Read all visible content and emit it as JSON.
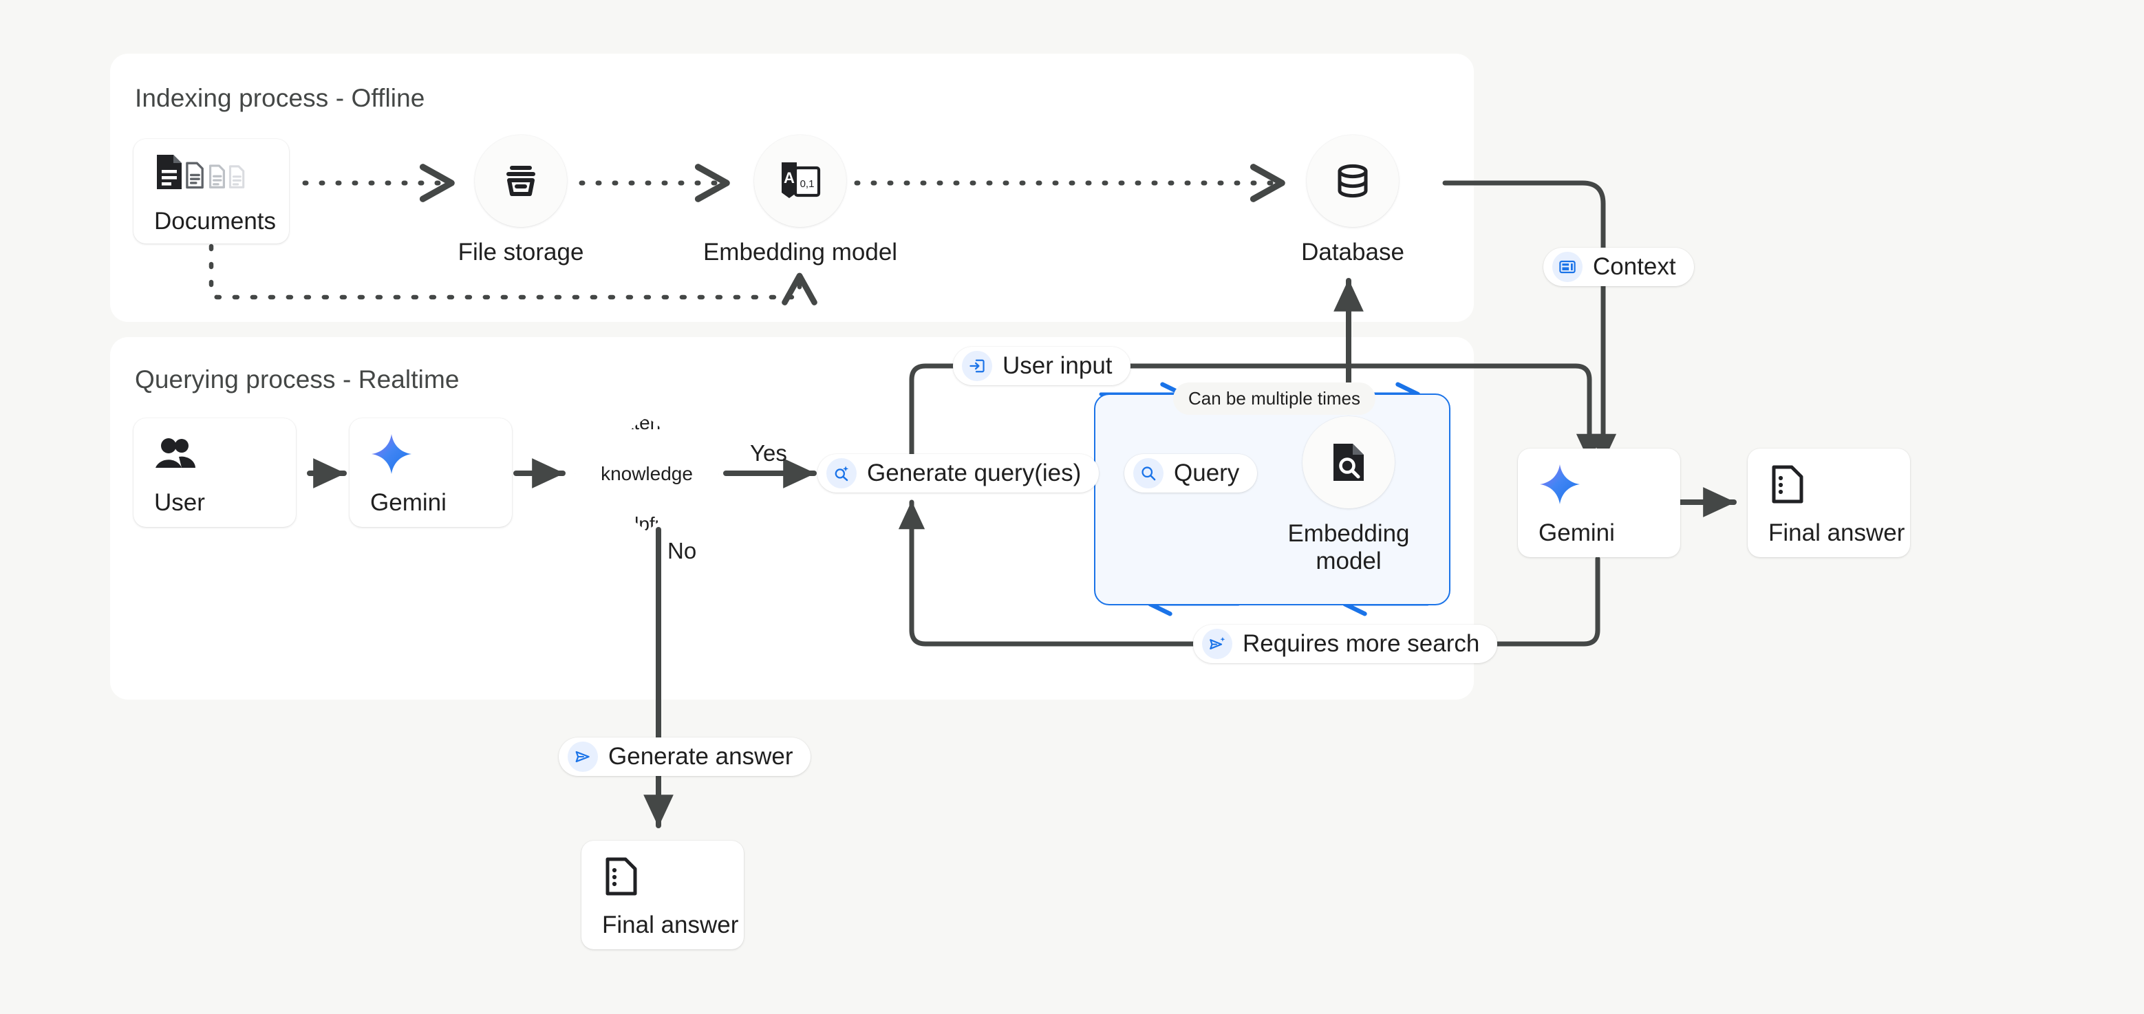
{
  "background_color": "#f7f7f5",
  "accent_blue": "#1a73e8",
  "panels": [
    {
      "id": "indexing",
      "title": "Indexing process - Offline"
    },
    {
      "id": "querying",
      "title": "Querying process - Realtime"
    }
  ],
  "indexing": {
    "title": "Indexing process - Offline",
    "nodes": [
      {
        "id": "documents",
        "label": "Documents",
        "icon": "documents-icon",
        "shape": "card"
      },
      {
        "id": "file-storage",
        "label": "File storage",
        "icon": "file-storage-icon",
        "shape": "circle"
      },
      {
        "id": "embedding-model",
        "label": "Embedding model",
        "icon": "text-to-vector-icon",
        "shape": "circle"
      },
      {
        "id": "database",
        "label": "Database",
        "icon": "database-icon",
        "shape": "circle"
      }
    ]
  },
  "querying": {
    "title": "Querying process - Realtime",
    "nodes": [
      {
        "id": "user",
        "label": "User",
        "icon": "people-icon",
        "shape": "card"
      },
      {
        "id": "gemini-left",
        "label": "Gemini",
        "icon": "gemini-spark-icon",
        "shape": "card"
      },
      {
        "id": "decision",
        "label": "External knowledge helpful?",
        "shape": "diamond",
        "lines": [
          "External",
          "knowledge",
          "helpful?"
        ]
      },
      {
        "id": "embedding-model-q",
        "label": "Embedding model",
        "icon": "doc-search-icon",
        "shape": "circle",
        "lines": [
          "Embedding",
          "model"
        ]
      },
      {
        "id": "gemini-right",
        "label": "Gemini",
        "icon": "gemini-spark-icon",
        "shape": "card"
      },
      {
        "id": "final-answer-right",
        "label": "Final answer",
        "icon": "final-answer-icon",
        "shape": "card"
      },
      {
        "id": "final-answer-bottom",
        "label": "Final answer",
        "icon": "final-answer-icon",
        "shape": "card"
      }
    ],
    "loop_box": {
      "id": "retrieval-loop",
      "caption": "Can be multiple times"
    }
  },
  "pills": [
    {
      "id": "context",
      "label": "Context",
      "icon": "context-panel-icon"
    },
    {
      "id": "user-input",
      "label": "User input",
      "icon": "input-arrow-icon"
    },
    {
      "id": "generate-queries",
      "label": "Generate query(ies)",
      "icon": "search-sparkle-icon"
    },
    {
      "id": "query",
      "label": "Query",
      "icon": "search-icon"
    },
    {
      "id": "requires-more-search",
      "label": "Requires more search",
      "icon": "send-sparkle-icon"
    },
    {
      "id": "generate-answer",
      "label": "Generate answer",
      "icon": "send-icon"
    }
  ],
  "edge_labels": [
    {
      "id": "yes-label",
      "label": "Yes"
    },
    {
      "id": "no-label",
      "label": "No"
    },
    {
      "id": "loop-caption",
      "label": "Can be multiple times"
    }
  ]
}
